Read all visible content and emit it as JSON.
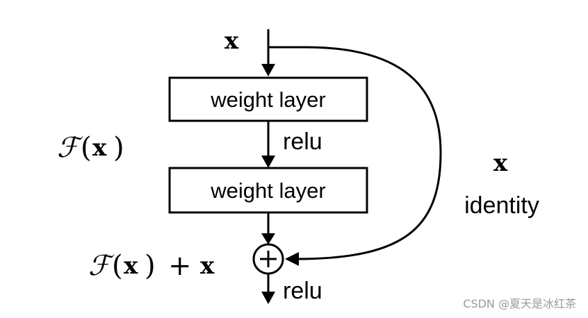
{
  "input_label": "x",
  "layer1": {
    "label": "weight layer"
  },
  "activation1": {
    "label": "relu"
  },
  "layer2": {
    "label": "weight layer"
  },
  "residual": {
    "function_symbol": "ℱ",
    "open_paren": "(",
    "variable": "x",
    "close_paren": ")"
  },
  "output_expr": {
    "function_symbol": "ℱ",
    "open_paren": "(",
    "variable": "x",
    "close_paren": ")",
    "plus": "+",
    "variable2": "x"
  },
  "shortcut": {
    "variable": "x",
    "label": "identity"
  },
  "sum_node": {
    "symbol": "+"
  },
  "activation2": {
    "label": "relu"
  },
  "watermark": "CSDN @夏天是冰红茶"
}
